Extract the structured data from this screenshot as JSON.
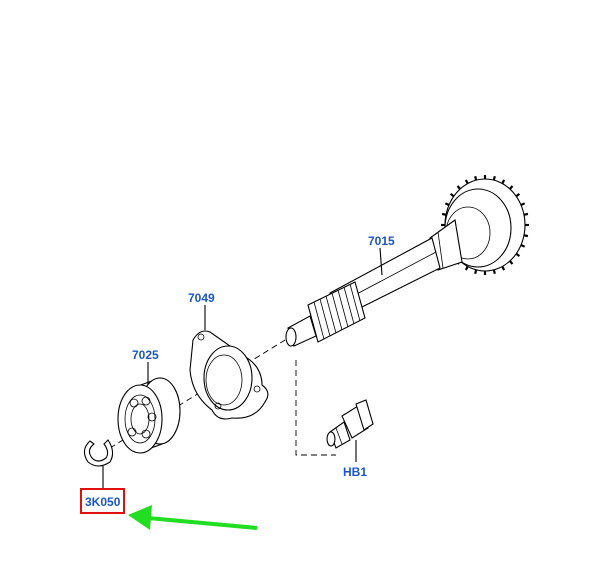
{
  "diagram": {
    "labels": {
      "main_shaft": "7015",
      "retainer_plate": "7049",
      "bearing": "7025",
      "bolt": "HB1",
      "snap_ring": "3K050"
    },
    "highlighted_part": "3K050",
    "colors": {
      "label": "#1a56c8",
      "highlight_box": "#e01010",
      "arrow": "#22dd22",
      "drawing": "#000000"
    }
  }
}
